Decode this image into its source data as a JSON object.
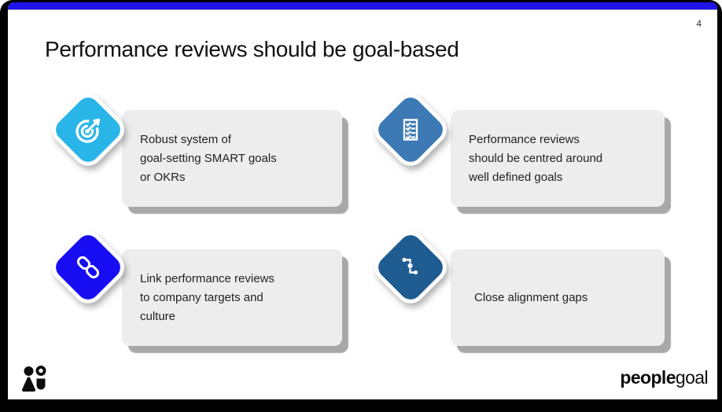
{
  "slide": {
    "page_number": "4",
    "title": "Performance reviews should be goal-based"
  },
  "cards": [
    {
      "icon": "target-icon",
      "icon_color": "#29B5E8",
      "text": "Robust system of\ngoal-setting SMART goals\nor OKRs"
    },
    {
      "icon": "checklist-icon",
      "icon_color": "#3C79B5",
      "text": "Performance reviews\nshould be centred around\nwell defined goals"
    },
    {
      "icon": "chain-link-icon",
      "icon_color": "#180CF2",
      "text": "Link performance reviews\nto company targets and\nculture"
    },
    {
      "icon": "branch-icon",
      "icon_color": "#1F5C92",
      "text": "Close alignment gaps"
    }
  ],
  "footer": {
    "logo_mark": "peoplegoal-people-icon",
    "brand_bold": "people",
    "brand_light": "goal"
  },
  "colors": {
    "accent_bar": "#1E14EB",
    "frame": "#000000",
    "card_background": "#EDEDED",
    "card_shadow": "#A8A8A8",
    "title_text": "#111111",
    "body_text": "#222222"
  }
}
